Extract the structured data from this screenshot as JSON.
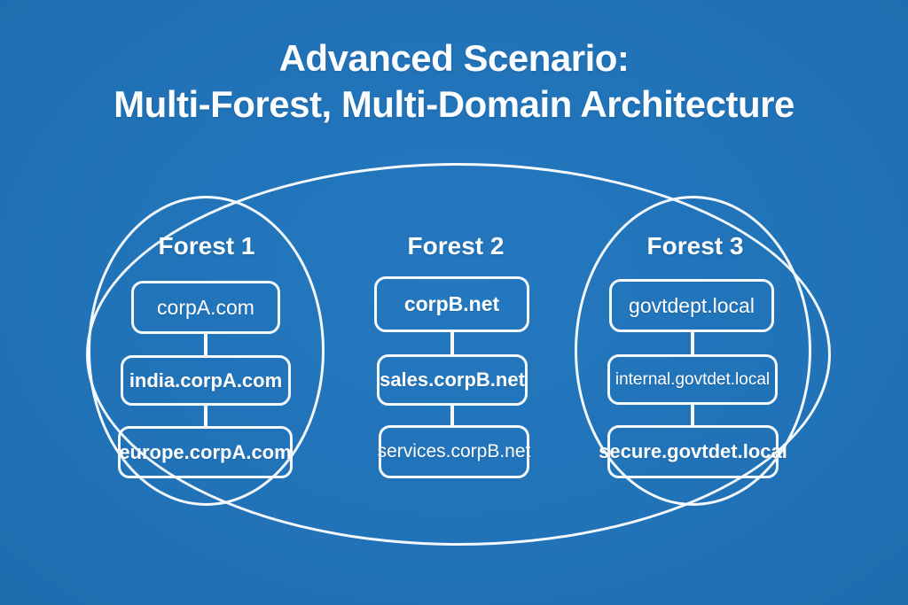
{
  "title": {
    "line1": "Advanced Scenario:",
    "line2": "Multi-Forest, Multi-Domain Architecture"
  },
  "colors": {
    "background": "#2173b8",
    "stroke": "#f6fafe",
    "text": "#ffffff"
  },
  "forests": [
    {
      "label": "Forest 1",
      "domains": [
        "corpA.com",
        "india.corpA.com",
        "europe.corpA.com"
      ]
    },
    {
      "label": "Forest 2",
      "domains": [
        "corpB.net",
        "sales.corpB.net",
        "services.corpB.net"
      ]
    },
    {
      "label": "Forest 3",
      "domains": [
        "govtdept.local",
        "internal.govtdet.local",
        "secure.govtdet.local"
      ]
    }
  ]
}
